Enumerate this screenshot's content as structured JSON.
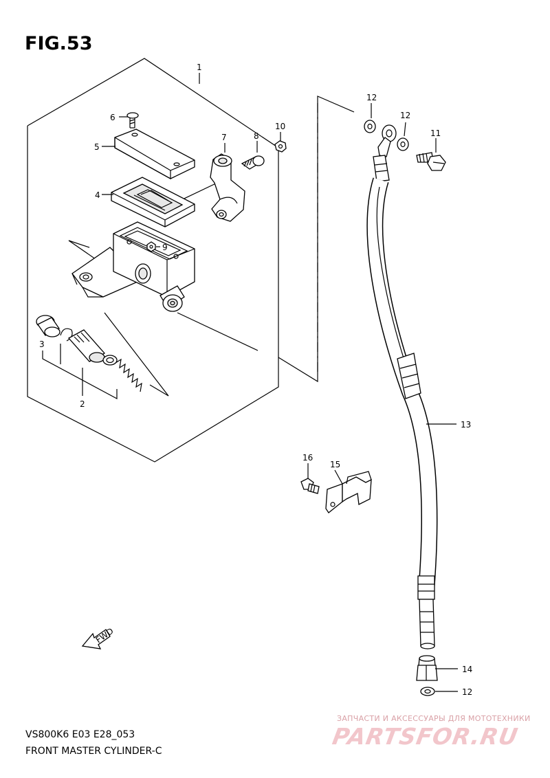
{
  "figure": {
    "title": "FIG.53"
  },
  "footer": {
    "code": "VS800K6 E03 E28_053",
    "description": "FRONT MASTER CYLINDER-C"
  },
  "direction_marker": {
    "label": "FWD"
  },
  "callouts": {
    "n1": "1",
    "n2": "2",
    "n3": "3",
    "n4": "4",
    "n5": "5",
    "n6": "6",
    "n7": "7",
    "n8": "8",
    "n9": "9",
    "n10": "10",
    "n11": "11",
    "n12a": "12",
    "n12b": "12",
    "n12c": "12",
    "n13": "13",
    "n14": "14",
    "n15": "15",
    "n16": "16"
  },
  "watermark": {
    "tagline": "ЗАПЧАСТИ И АКСЕССУАРЫ ДЛЯ МОТОТЕХНИКИ",
    "logo_text": "PARTSFOR.RU"
  }
}
